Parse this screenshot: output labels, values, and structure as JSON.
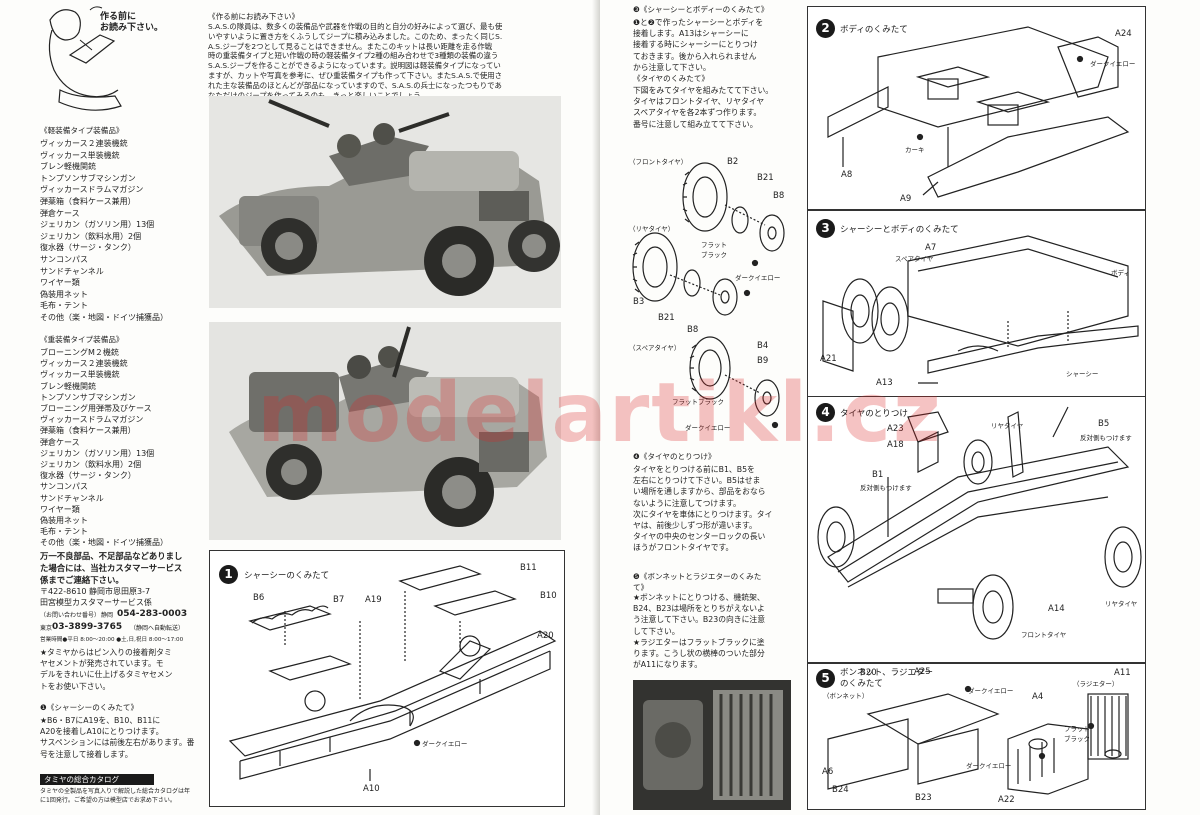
{
  "left": {
    "header_note": "作る前に\nお読み下さい。",
    "intro_title": "《作る前にお読み下さい》",
    "intro_body": "S.A.S.の隊員は、数多くの装備品や武器を作戦の目的と自分の好みによって選び、最も使\nいやすいように置き方をくふうしてジープに積み込みました。このため、まったく同じS.\nA.S.ジープを2つとして見ることはできません。またこのキットは長い距離を走る作戦\n時の重装備タイプと短い作戦の時の軽装備タイプ2種の組み合わせで3種類の装備の違う\nS.A.S.ジープを作ることができるようになっています。説明図は軽装備タイプになってい\nますが、カットや写真を参考に、ぜひ重装備タイプも作って下さい。またS.A.S.で使用さ\nれた主な装備品のほとんどが部品になっていますので、S.A.S.の兵士になったつもりであ\nなただけのジープを作ってみるのも、きっと楽しいことでしょう。",
    "light_title": "《軽装備タイプ装備品》",
    "light_items": "ヴィッカース２連装機銃\nヴィッカース単装機銃\nブレン軽機関銃\nトンプソンサブマシンガン\nヴィッカースドラムマガジン\n弾薬箱（食料ケース兼用）\n弾倉ケース\nジェリカン（ガソリン用）13個\nジェリカン（飲料水用）2個\n復水器（サージ・タンク）\nサンコンパス\nサンドチャンネル\nワイヤー類\n偽装用ネット\n毛布・テント\nその他（楽・地図・ドイツ捕獲品）",
    "heavy_title": "《重装備タイプ装備品》",
    "heavy_items": "ブローニングM２機銃\nヴィッカース２連装機銃\nヴィッカース単装機銃\nブレン軽機関銃\nトンプソンサブマシンガン\nブローニング用弾帯及びケース\nヴィッカースドラムマガジン\n弾薬箱（食料ケース兼用）\n弾倉ケース\nジェリカン（ガソリン用）13個\nジェリカン（飲料水用）2個\n復水器（サージ・タンク）\nサンコンパス\nサンドチャンネル\nワイヤー類\n偽装用ネット\n毛布・テント\nその他（楽・地図・ドイツ捕獲品）",
    "missing_parts": "万一不良部品、不足部品などありまし\nた場合には、当社カスタマーサービス\n係までご連絡下さい。",
    "postal": "〒422-8610 静岡市恩田原3-7",
    "service_name": "田宮模型カスタマーサービス係",
    "phone_shizuoka": "054-283-0003",
    "phone_tokyo": "03-3899-3765",
    "phone_shizuoka_label": "静岡",
    "phone_tokyo_label": "東京",
    "phone_tokyo_note": "（静岡へ自動転送）",
    "phone_note_prefix": "（お問い合わせ番号）",
    "hours": "営業時間●平日 8:00〜20:00 ●土,日,祝日 8:00〜17:00",
    "cement_note": "★タミヤからはピン入りの接着剤タミ\nヤセメントが発売されています。モ\nデルをきれいに仕上げるタミヤセメン\nトをお使い下さい。",
    "step1_text_title": "❶《シャーシーのくみたて》",
    "step1_text_body": "★B6・B7にA19を、B10、B11に\nA20を接着しA10にとりつけます。\nサスペンションには前後左右があります。番\n号を注意して接着します。",
    "catalog_title": "タミヤの総合カタログ",
    "catalog_body": "タミヤの全製品を写真入りで解説した総合カタログは年\nに1回発行。ご希望の方は模型店でお求め下さい。"
  },
  "step1": {
    "number": "1",
    "title": "シャーシーのくみたて",
    "labels": {
      "b11": "B11",
      "b6": "B6",
      "b7": "B7",
      "a19": "A19",
      "b10": "B10",
      "a20": "A20",
      "a10": "A10",
      "dark_yellow": "ダークイエロー"
    }
  },
  "right": {
    "step3_text_title": "❸《シャーシーとボディーのくみたて》",
    "step3_text_body": "❶と❷で作ったシャーシーとボディを\n接着します。A13はシャーシーに\n接着する時にシャーシーにとりつけ\nておきます。後から入れられません\nから注意して下さい。",
    "tire_assembly_title": "《タイヤのくみたて》",
    "tire_assembly_body": "下図をみてタイヤを組みたてて下さい。\nタイヤはフロントタイヤ、リヤタイヤ\nスペアタイヤを各2本ずつ作ります。\n番号に注意して組み立てて下さい。",
    "front_tire_label": "（フロントタイヤ）",
    "rear_tire_label": "（リヤタイヤ）",
    "spare_tire_label": "（スペアタイヤ）",
    "step4_text_title": "❹《タイヤのとりつけ》",
    "step4_text_body": "タイヤをとりつける前にB1、B5を\n左右にとりつけて下さい。B5はせま\nい場所を通しますから、部品をおなら\nないように注意してつけます。\n次にタイヤを車体にとりつけます。タイ\nヤは、前後少しずつ形が違います。\nタイヤの中央のセンターロックの長い\nほうがフロントタイヤです。",
    "step5_text_title": "❺《ボンネットとラジエターのくみた\nて》",
    "step5_text_body": "★ボンネットにとりつける、機銃架、\nB24、B23は場所をとりちがえないよ\nう注意して下さい。B23の向きに注意\nして下さい。\n★ラジエターはフラットブラックに塗\nります。こうし状の横棒のついた部分\nがA11になります。",
    "tire_labels": {
      "b2": "B2",
      "b21a": "B21",
      "b8a": "B8",
      "flat_black_a": "フラット\nブラック",
      "dark_yellow_a": "ダークイエロー",
      "b3": "B3",
      "b21b": "B21",
      "b8b": "B8",
      "b4": "B4",
      "b9": "B9",
      "flat_black_b": "フラットブラック",
      "dark_yellow_b": "ダークイエロー"
    }
  },
  "step2": {
    "number": "2",
    "title": "ボディのくみたて",
    "labels": {
      "a24": "A24",
      "dark_yellow": "ダークイエロー",
      "khaki": "カーキ",
      "a8": "A8",
      "a9": "A9"
    }
  },
  "step3": {
    "number": "3",
    "title": "シャーシーとボディのくみたて",
    "labels": {
      "a7": "A7",
      "spare_tire": "スペアタイヤ",
      "body": "ボディ",
      "a21": "A21",
      "a13": "A13",
      "chassis": "シャーシー"
    }
  },
  "step4": {
    "number": "4",
    "title": "タイヤのとりつけ",
    "labels": {
      "a23": "A23",
      "a18": "A18",
      "rear_tire_top": "リヤタイヤ",
      "b5": "B5",
      "b5_note": "反対側もつけます",
      "b1": "B1",
      "b1_note": "反対側もつけます",
      "a14": "A14",
      "rear_tire_right": "リヤタイヤ",
      "front_tire": "フロントタイヤ"
    }
  },
  "step5": {
    "number": "5",
    "title": "ボンネット、ラジエター\nのくみたて",
    "labels": {
      "bonnet": "（ボンネット）",
      "b20": "B20",
      "a25": "A25",
      "dark_yellow_top": "ダークイエロー",
      "a4": "A4",
      "radiator": "（ラジエター）",
      "a11": "A11",
      "flat_black": "フラット\nブラック",
      "a6": "A6",
      "b24": "B24",
      "dark_yellow_bottom": "ダークイエロー",
      "b23": "B23",
      "a22": "A22"
    }
  },
  "watermark": "modelartikl.cz"
}
